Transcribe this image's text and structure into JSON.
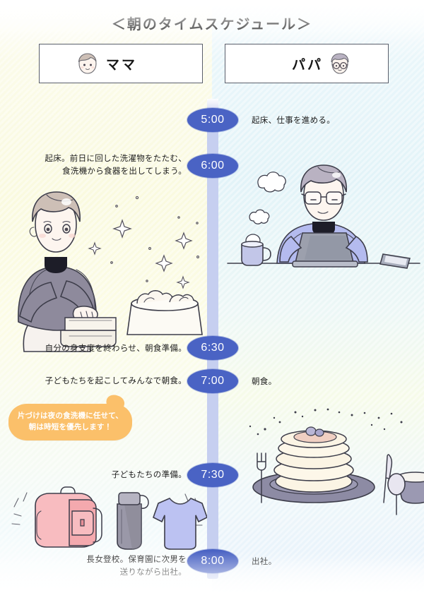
{
  "title": "＜朝のタイムスケジュール＞",
  "header": {
    "mom": {
      "label": "ママ",
      "avatar_icon": "mom-face-icon"
    },
    "dad": {
      "label": "パパ",
      "avatar_icon": "dad-face-glasses-icon"
    }
  },
  "colors": {
    "pill": "#4a63c4",
    "timeline_bar": "#c6cff0",
    "bubble": "#fbc06a",
    "left_bg": "#fafadf",
    "right_bg": "#e2f3f8",
    "ink": "#3d3d4a"
  },
  "timeline": {
    "entries": [
      {
        "time": "5:00",
        "mom_text": "",
        "dad_text": "起床、仕事を進める。"
      },
      {
        "time": "6:00",
        "mom_text": "起床。前日に回した洗濯物をたたむ、\n食洗機から食器を出してしまう。",
        "dad_text": ""
      },
      {
        "time": "6:30",
        "mom_text": "自分の身支度を終わらせ、朝食準備。",
        "dad_text": ""
      },
      {
        "time": "7:00",
        "mom_text": "子どもたちを起こしてみんなで朝食。",
        "dad_text": "朝食。"
      },
      {
        "time": "7:30",
        "mom_text": "子どもたちの準備。",
        "dad_text": ""
      },
      {
        "time": "8:00",
        "mom_text": "長女登校。保育園に次男を\n送りながら出社。",
        "dad_text": "出社。"
      }
    ]
  },
  "callout": {
    "text": "片づけは夜の食洗機に任せて、\n朝は時短を優先します！"
  },
  "illustrations": {
    "mom_folding_laundry": "mom-folding-laundry-illustration",
    "dad_at_laptop": "dad-at-laptop-illustration",
    "pancake_breakfast": "pancake-breakfast-illustration",
    "school_items": "school-items-illustration"
  }
}
